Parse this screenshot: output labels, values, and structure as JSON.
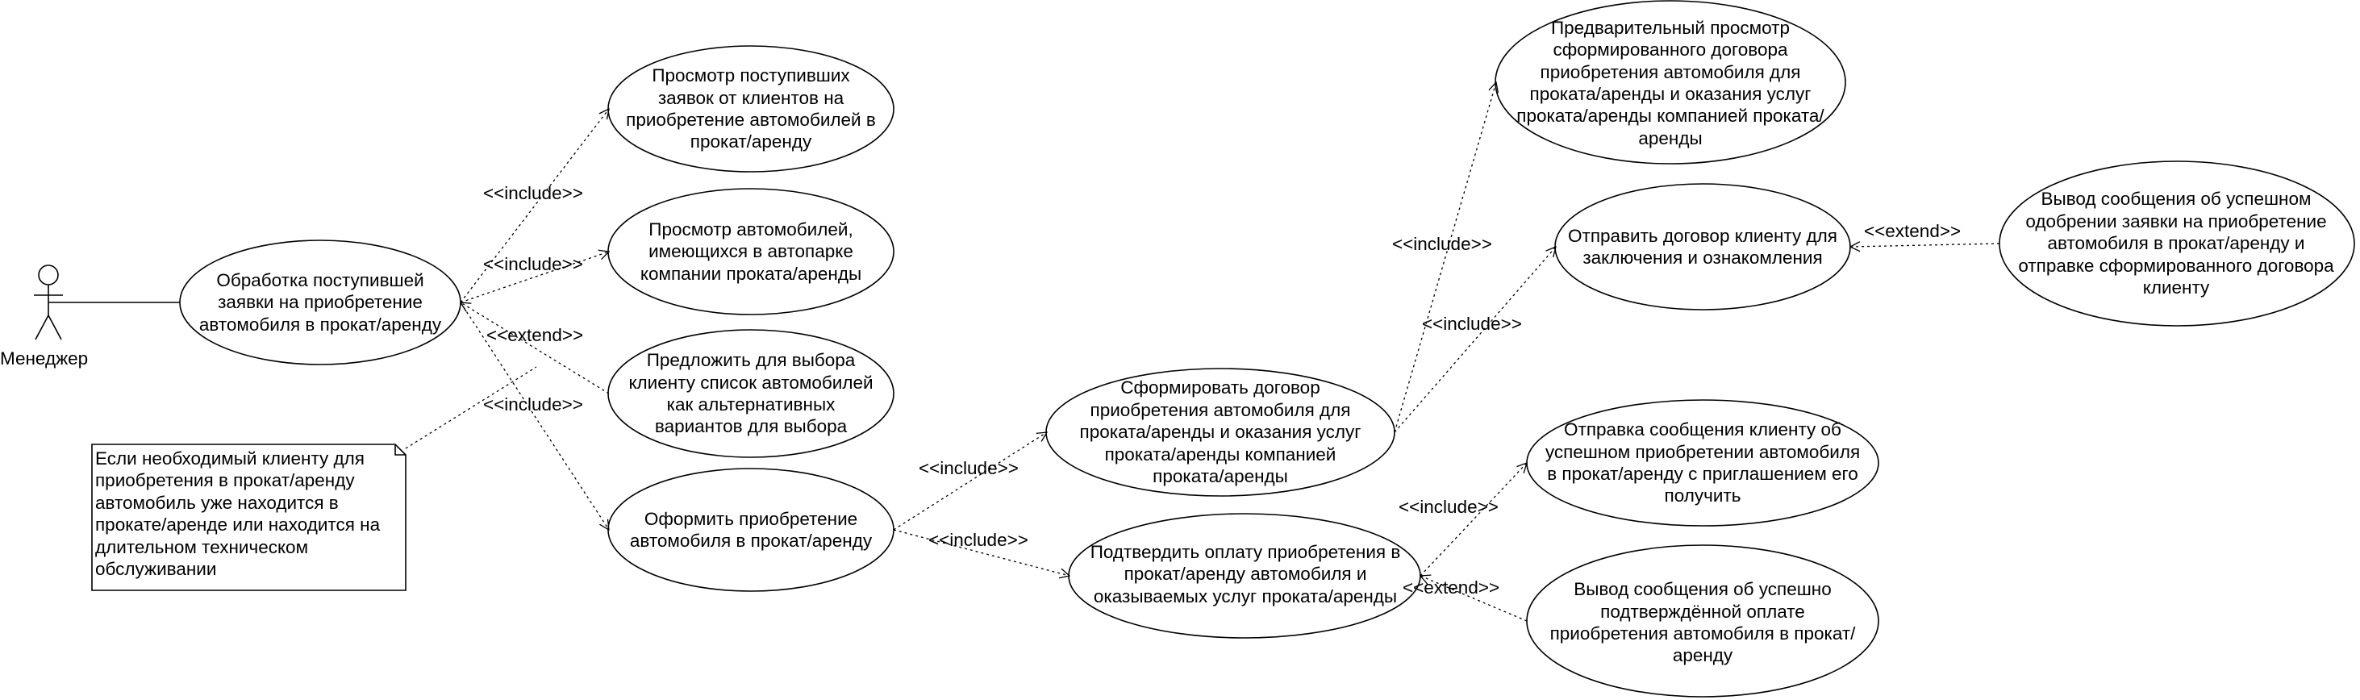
{
  "actor": {
    "name": "Менеджер"
  },
  "use_cases": {
    "main": "Обработка поступившей заявки на приобретение автомобиля в прокат/аренду",
    "view_requests": "Просмотр поступивших заявок от клиентов на приобретение автомобилей в прокат/аренду",
    "view_cars": "Просмотр автомобилей, имеющихся в автопарке компании проката/аренды",
    "offer_alternatives": "Предложить для выбора клиенту список автомобилей как альтернативных вариантов для выбора",
    "process_purchase": "Оформить приобретение автомобиля в прокат/аренду",
    "form_contract": "Сформировать договор приобретения автомобиля для проката/аренды и оказания услуг проката/аренды компанией проката/аренды",
    "preview_contract": "Предварительный просмотр сформированного договора приобретения автомобиля для проката/аренды и оказания услуг проката/аренды компанией проката/ аренды",
    "send_contract": "Отправить договор клиенту для заключения и ознакомления",
    "approval_message": "Вывод сообщения об успешном одобрении заявки на приобретение автомобиля в прокат/аренду и отправке сформированного договора клиенту",
    "confirm_payment": "Подтвердить оплату приобретения в прокат/аренду автомобиля и оказываемых услуг проката/аренды",
    "send_success_message": "Отправка сообщения клиенту об успешном приобретении автомобиля в прокат/аренду с приглашением его получить",
    "payment_message": "Вывод сообщения об успешно подтверждённой оплате приобретения автомобиля в прокат/ аренду"
  },
  "note": "Если необходимый клиенту для приобретения в прокат/аренду автомобиль уже находится в прокате/аренде или находится на длительном техническом обслуживании",
  "relations": {
    "include": "<<include>>",
    "extend": "<<extend>>"
  }
}
